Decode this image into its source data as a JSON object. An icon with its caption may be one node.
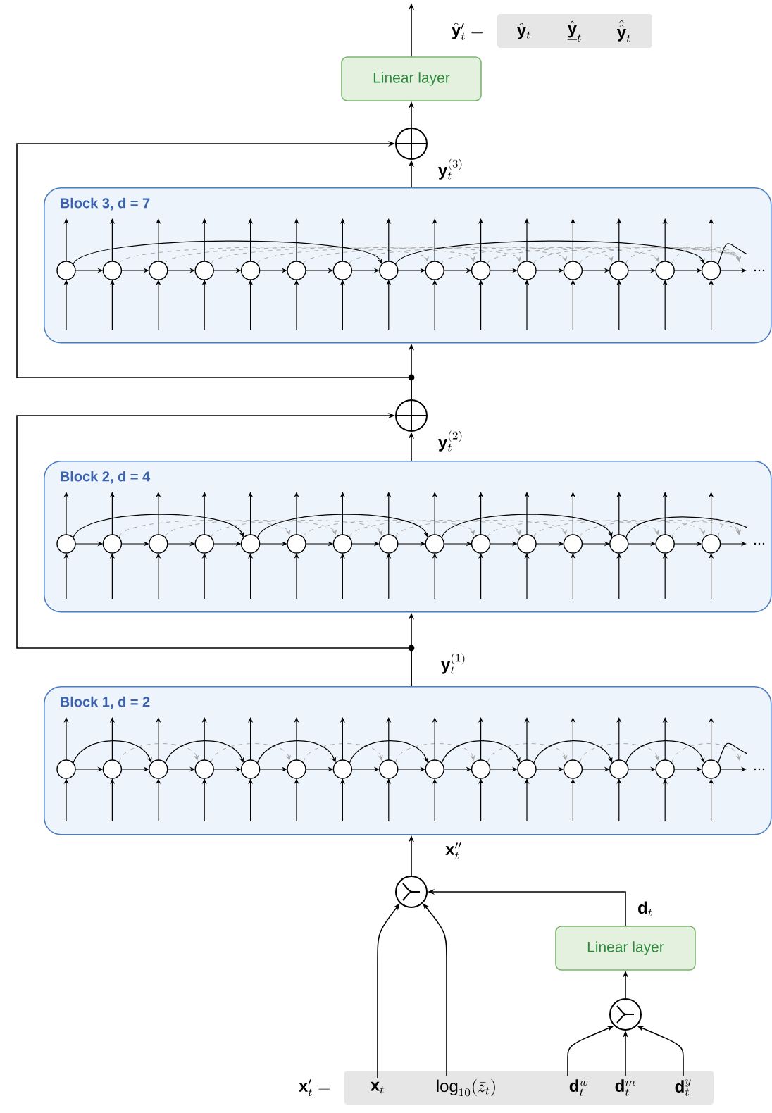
{
  "diagram": {
    "nodes": [
      {
        "text": [],
        "shape": "box",
        "beside": [
          "\\hat{\\mathbf{y}}'_t ="
        ]
      },
      {
        "text": [
          "\\hat{\\mathbf{y}}_t"
        ],
        "in": 0
      },
      {
        "text": [
          "\\underline{\\hat{\\mathbf{y}}}_t"
        ],
        "in": 0
      },
      {
        "text": [
          "\\hat{\\hat{\\mathbf{y}}}_t"
        ],
        "in": 0
      },
      {
        "text": [
          "Linear layer"
        ]
      },
      {
        "text": [],
        "shape": "circle"
      },
      {
        "text": [
          "Block 3, d = 7"
        ]
      },
      {
        "text": [],
        "shape": "circle"
      },
      {
        "text": [
          "Block 2, d = 4"
        ]
      },
      {
        "text": [
          "Block 1, d = 2"
        ]
      },
      {
        "text": [],
        "shape": "circle"
      },
      {
        "text": [
          "Linear layer"
        ]
      },
      {
        "text": [],
        "shape": "circle"
      },
      {
        "text": [],
        "shape": "box",
        "beside": [
          "\\mathbf{x}'_t ="
        ]
      },
      {
        "text": [
          "\\mathbf{x}_t"
        ],
        "in": 13
      },
      {
        "text": [
          "\\log_{10}(\\bar{z}_t)"
        ],
        "in": 13
      },
      {
        "text": [
          "\\mathbf{d}_t^w"
        ],
        "in": 13
      },
      {
        "text": [
          "\\mathbf{d}_t^m"
        ],
        "in": 13
      },
      {
        "text": [
          "\\mathbf{d}_t^y"
        ],
        "in": 13
      }
    ],
    "edges": [
      {
        "from": 4,
        "to": null,
        "arrow": "to"
      },
      {
        "from": 5,
        "to": 4,
        "arrow": "to"
      },
      {
        "from": 6,
        "to": 5,
        "arrow": "to",
        "label": "\\mathbf{y}_t^{(3)}"
      },
      {
        "from": 7,
        "to": 6,
        "arrow": "to"
      },
      {
        "from": 7,
        "to": 5,
        "arrow": "to"
      },
      {
        "from": 8,
        "to": 7,
        "arrow": "to",
        "label": "\\mathbf{y}_t^{(2)}"
      },
      {
        "from": 9,
        "to": 8,
        "arrow": "to",
        "label": "\\mathbf{y}_t^{(1)}"
      },
      {
        "from": 9,
        "to": 7,
        "arrow": "to"
      },
      {
        "from": 10,
        "to": 9,
        "arrow": "to",
        "label": "\\mathbf{x}''_t"
      },
      {
        "from": 14,
        "to": 10,
        "arrow": "to"
      },
      {
        "from": 15,
        "to": 10,
        "arrow": "to"
      },
      {
        "from": 11,
        "to": 10,
        "arrow": "to",
        "label": "\\mathbf{d}_t"
      },
      {
        "from": 12,
        "to": 11,
        "arrow": "to"
      },
      {
        "from": 16,
        "to": 12,
        "arrow": "to"
      },
      {
        "from": 17,
        "to": 12,
        "arrow": "to"
      },
      {
        "from": 18,
        "to": 12,
        "arrow": "to"
      }
    ]
  }
}
